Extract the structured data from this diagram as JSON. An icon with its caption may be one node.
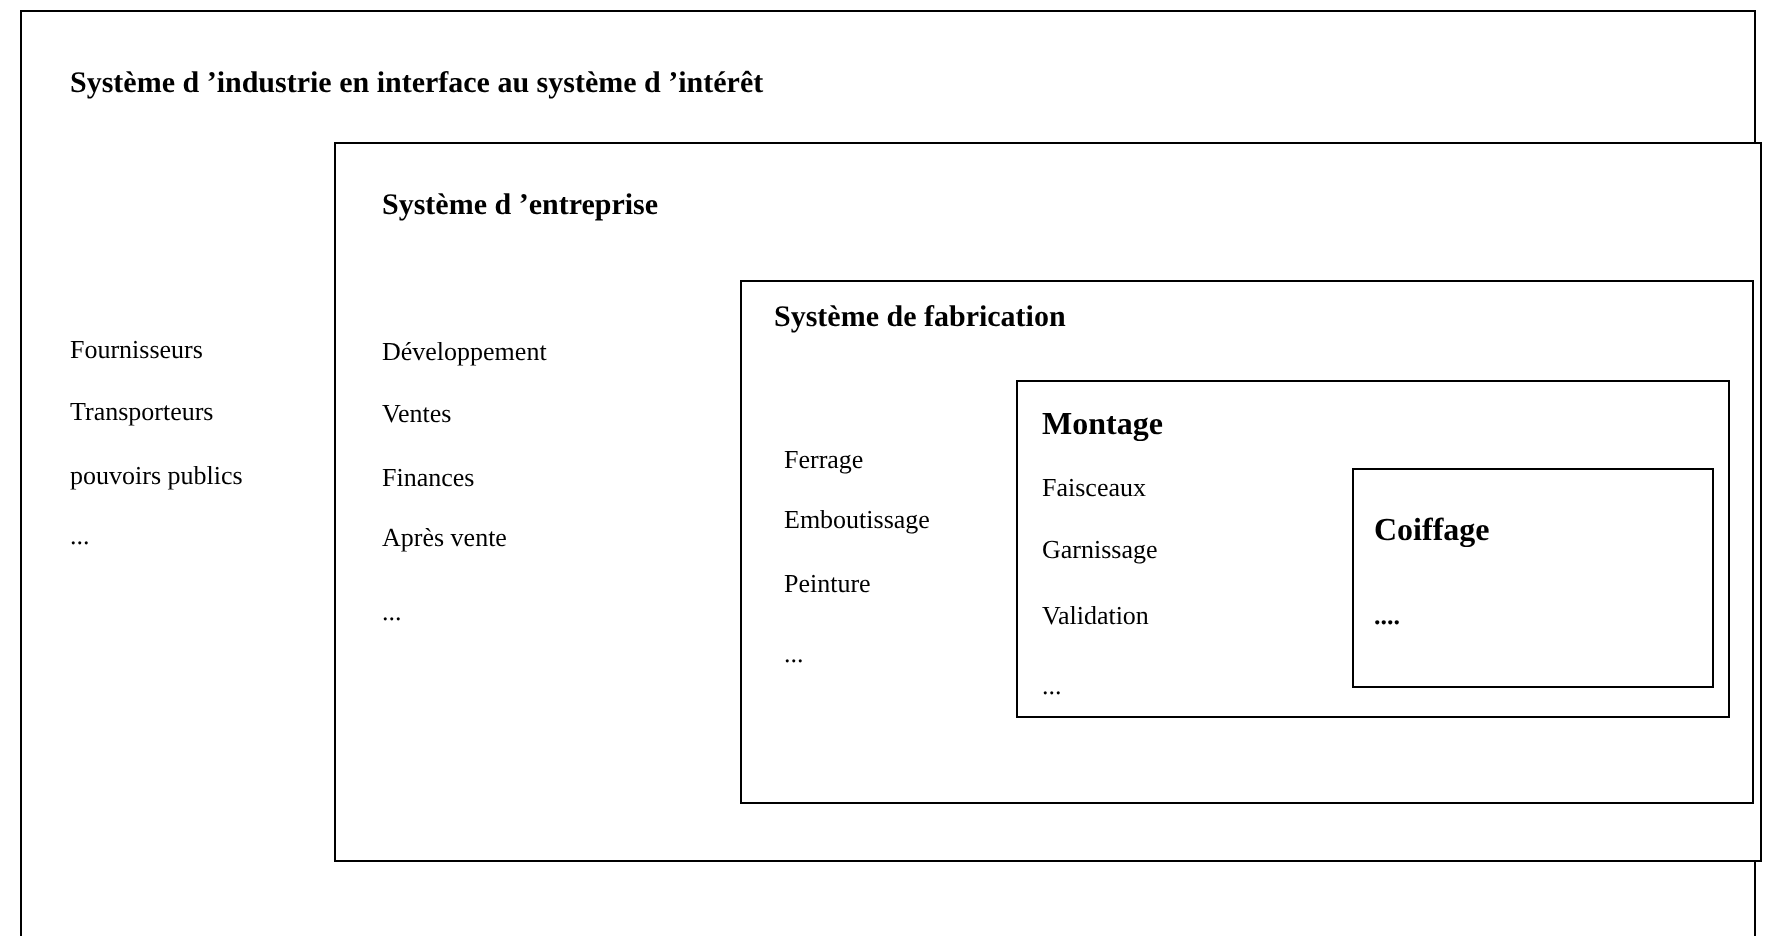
{
  "diagram": {
    "nodes": [
      {
        "text": [
          "Système d ’industrie en interface au système d ’intérêt",
          "Fournisseurs",
          "Transporteurs",
          "pouvoirs publics",
          "..."
        ]
      },
      {
        "text": [
          "Système d ’entreprise",
          "Développement",
          "Ventes",
          "Finances",
          "Après vente",
          "..."
        ],
        "in": 0
      },
      {
        "text": [
          "Système de fabrication",
          "Ferrage",
          "Emboutissage",
          "Peinture",
          "..."
        ],
        "in": 1
      },
      {
        "text": [
          "Montage",
          "Faisceaux",
          "Garnissage",
          "Validation",
          "..."
        ],
        "in": 2
      },
      {
        "text": [
          "Coiffage",
          "...."
        ],
        "in": 3
      }
    ]
  }
}
